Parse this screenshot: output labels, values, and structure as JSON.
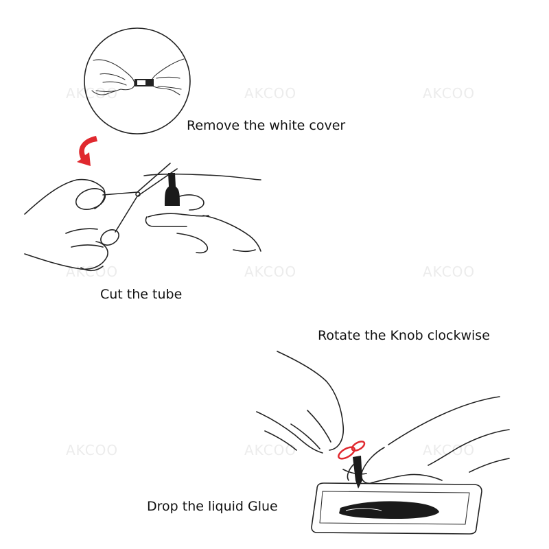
{
  "steps": [
    {
      "label": "Remove the white cover"
    },
    {
      "label": "Cut the tube"
    },
    {
      "label": "Rotate the Knob clockwise"
    },
    {
      "label": "Drop the liquid Glue"
    }
  ],
  "watermark": "AKCOO",
  "colors": {
    "ink": "#222222",
    "accent_red": "#e0282e",
    "glue": "#1a1a1a",
    "watermark": "#ececec"
  },
  "icons": [
    "curved-arrow-icon",
    "hands-holding-tube",
    "scissors-cutting-tube",
    "hands-rotating-knob",
    "glue-drop-on-screen"
  ]
}
